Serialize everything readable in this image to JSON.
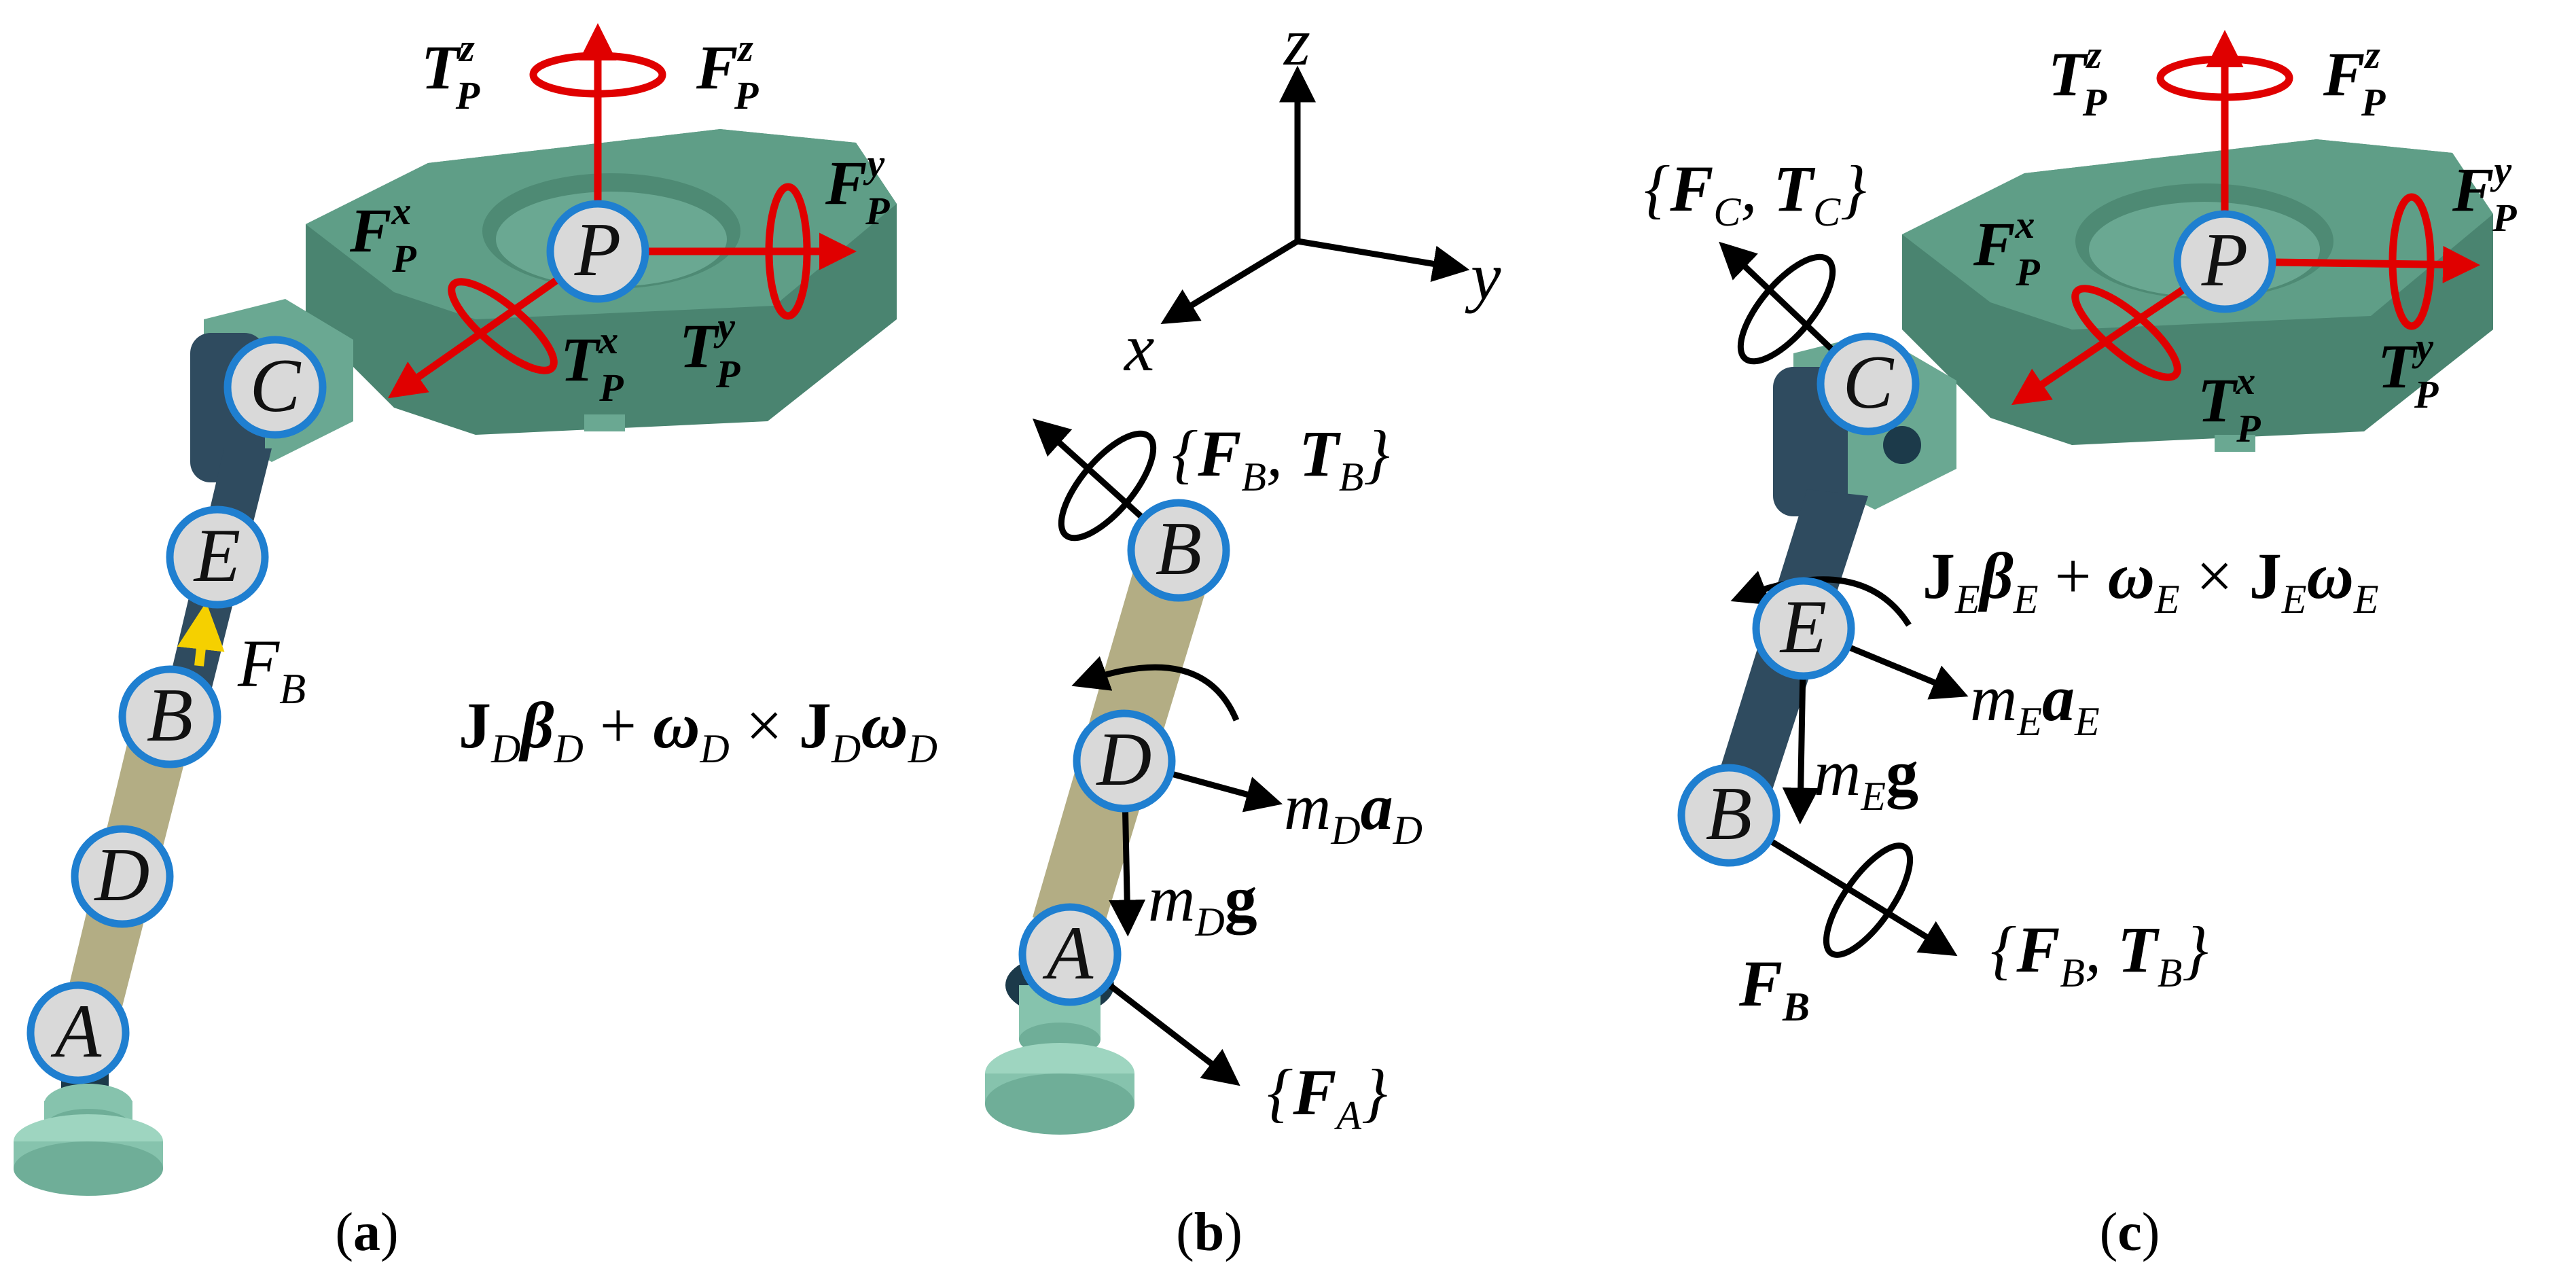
{
  "panels": {
    "a": {
      "caption": "(a)",
      "nodes": [
        "C",
        "E",
        "B",
        "D",
        "A",
        "P"
      ],
      "labels": {
        "f_b": "F_B",
        "tpz": "T_P^z",
        "fpz": "F_P^z",
        "fpx": "F_P^x",
        "fpy": "F_P^y",
        "tpx": "T_P^x",
        "tpy": "T_P^y"
      }
    },
    "b": {
      "caption": "(b)",
      "nodes": [
        "B",
        "D",
        "A"
      ],
      "axes": {
        "z": "z",
        "x": "x",
        "y": "y"
      },
      "labels": {
        "fb_tb": "{F_B, T_B}",
        "jd": "J_D β_D + ω_D × J_D ω_D",
        "mda": "m_D a_D",
        "mdg": "m_D g",
        "fa": "{F_A}"
      }
    },
    "c": {
      "caption": "(c)",
      "nodes": [
        "C",
        "E",
        "B",
        "P"
      ],
      "labels": {
        "fc_tc": "{F_C, T_C}",
        "tpz": "T_P^z",
        "fpz": "F_P^z",
        "fpx": "F_P^x",
        "fpy": "F_P^y",
        "tpx": "T_P^x",
        "tpy": "T_P^y",
        "je": "J_E β_E + ω_E × J_E ω_E",
        "mea": "m_E a_E",
        "meg": "m_E g",
        "fb_tb": "{F_B, T_B}",
        "fb": "F_B"
      }
    }
  },
  "colors": {
    "platform": "#5f9e87",
    "platform_side": "#4a8470",
    "link_dark": "#2f4b5f",
    "link_tan": "#b3ad84",
    "base": "#86c3ad",
    "node_ring": "#1f7fd0",
    "node_fill": "#d9d9d9",
    "force_red": "#e00000",
    "yellow_arrow": "#f5d000"
  }
}
